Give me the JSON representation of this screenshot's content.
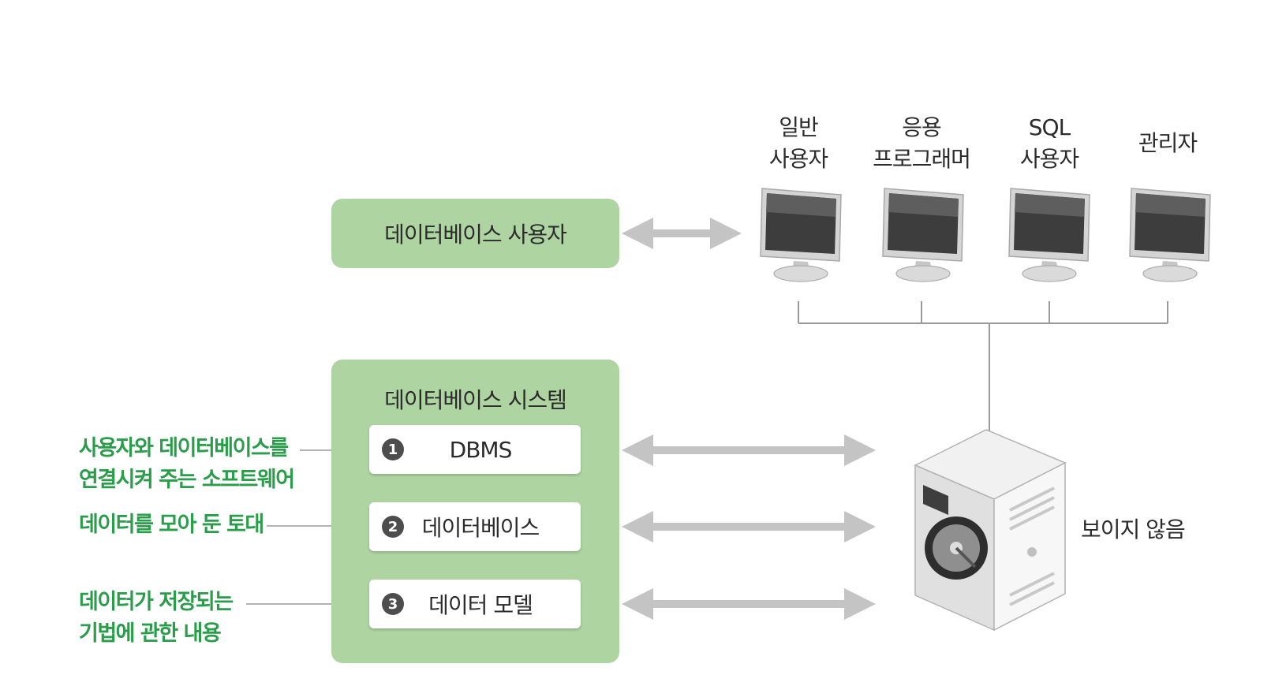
{
  "database_user": {
    "label": "데이터베이스 사용자"
  },
  "database_system": {
    "title": "데이터베이스 시스템",
    "components": [
      {
        "number": "1",
        "label": "DBMS",
        "annotation": [
          "사용자와 데이터베이스를",
          "연결시켜 주는 소프트웨어"
        ]
      },
      {
        "number": "2",
        "label": "데이터베이스",
        "annotation": [
          "데이터를 모아 둔 토대"
        ]
      },
      {
        "number": "3",
        "label": "데이터 모델",
        "annotation": [
          "데이터가 저장되는",
          "기법에 관한 내용"
        ]
      }
    ]
  },
  "users": [
    {
      "label_lines": [
        "일반",
        "사용자"
      ],
      "icon": "monitor-icon"
    },
    {
      "label_lines": [
        "응용",
        "프로그래머"
      ],
      "icon": "monitor-icon"
    },
    {
      "label_lines": [
        "SQL",
        "사용자"
      ],
      "icon": "monitor-icon"
    },
    {
      "label_lines": [
        "관리자"
      ],
      "icon": "monitor-icon"
    }
  ],
  "server": {
    "label": "보이지 않음",
    "icon": "server-icon"
  },
  "colors": {
    "box_green": "#aed4a2",
    "annotation_green": "#2a9d4a",
    "arrow_gray": "#c4c4c4",
    "connector_gray": "#9a9a9a"
  }
}
